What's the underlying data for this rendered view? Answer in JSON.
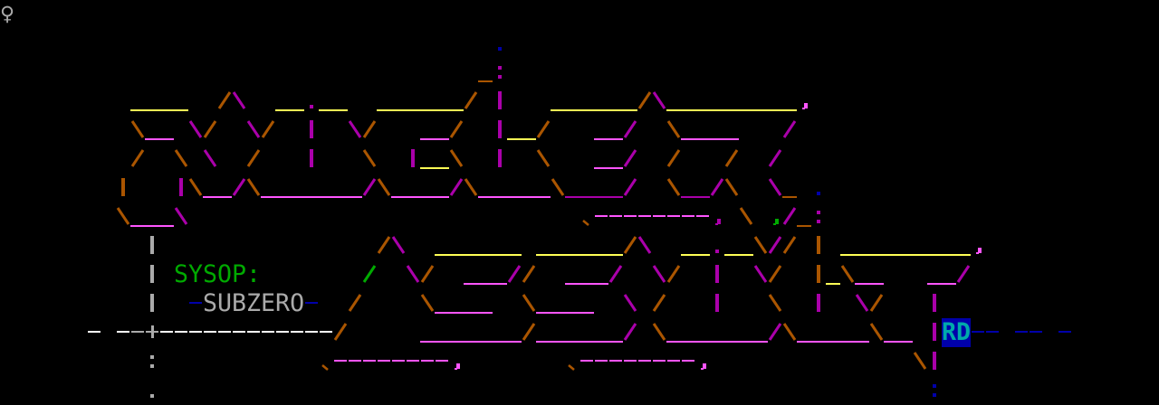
{
  "corner_glyph": "♀",
  "sysop_label": "SYSOP:",
  "sysop_name": "SUBZERO",
  "artist_tag": "RD",
  "colors": {
    "Y": "#ffff55",
    "O": "#aa5500",
    "M": "#aa00aa",
    "P": "#ff55ff",
    "G": "#00aa00",
    "W": "#ffffff",
    "g": "#aaaaaa",
    "B": "#0000aa",
    "C": "#00aaaa"
  }
}
